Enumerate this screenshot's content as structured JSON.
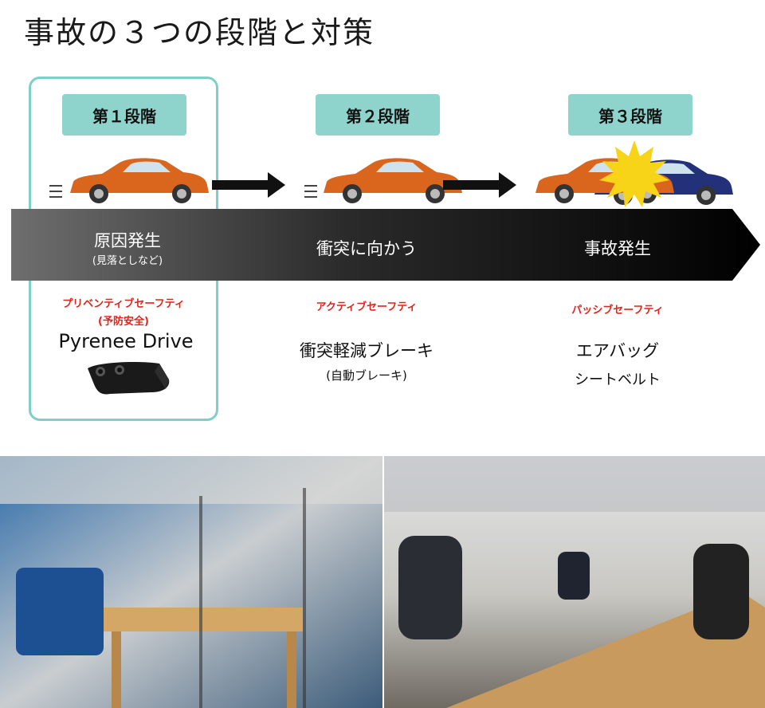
{
  "title": "事故の３つの段階と対策",
  "stages": [
    {
      "label": "第１段階",
      "cause": "原因発生",
      "cause_note": "(見落としなど)",
      "category": "プリベンティブセーフティ",
      "category_note": "(予防安全)",
      "measure": "Pyrenee Drive",
      "measure_note": ""
    },
    {
      "label": "第２段階",
      "cause": "衝突に向かう",
      "cause_note": "",
      "category": "アクティブセーフティ",
      "category_note": "",
      "measure": "衝突軽減ブレーキ",
      "measure_note": "(自動ブレーキ)"
    },
    {
      "label": "第３段階",
      "cause": "事故発生",
      "cause_note": "",
      "category": "パッシブセーフティ",
      "category_note": "",
      "measure": "エアバッグ",
      "measure_note": "シートベルト"
    }
  ],
  "colors": {
    "tab": "#8ed3cc",
    "frame": "#7fcfc8",
    "category": "#e2231a",
    "car_orange": "#d9661c",
    "car_blue": "#23307a",
    "impact": "#f7d417"
  }
}
